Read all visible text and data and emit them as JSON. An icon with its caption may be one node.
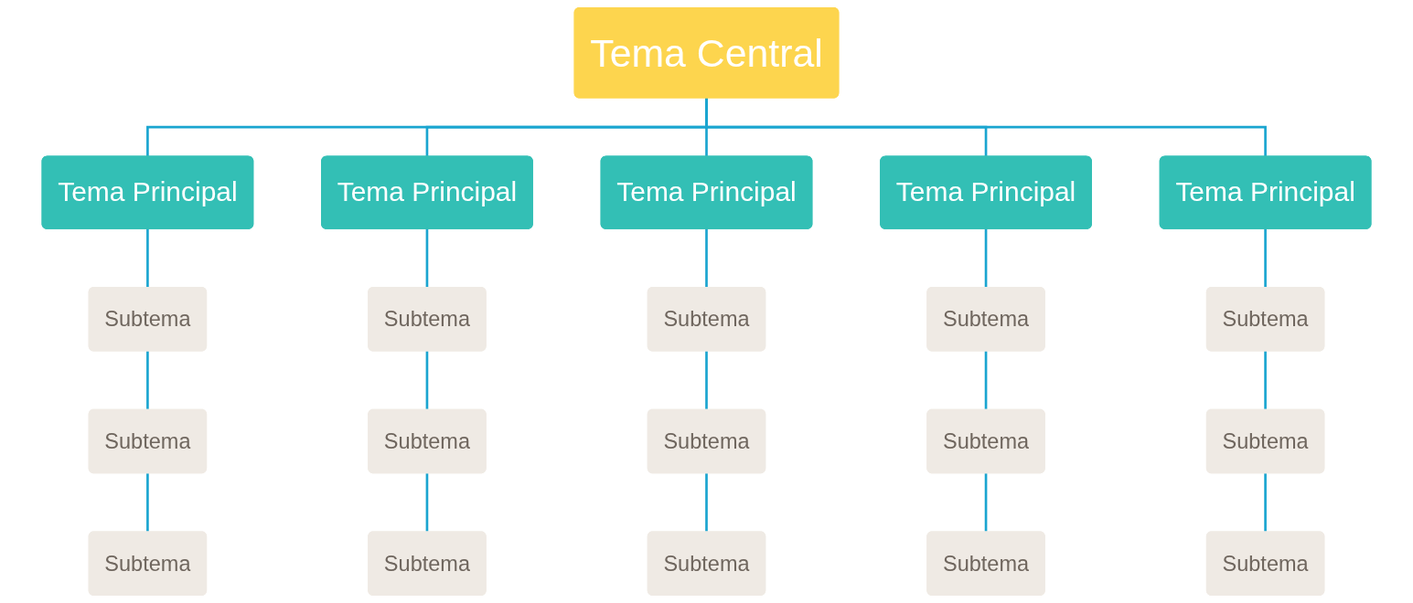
{
  "diagram": {
    "nodes": [
      {
        "text": [
          "Tema Central"
        ]
      },
      {
        "text": [
          "Tema Principal"
        ]
      },
      {
        "text": [
          "Tema Principal"
        ]
      },
      {
        "text": [
          "Tema Principal"
        ]
      },
      {
        "text": [
          "Tema Principal"
        ]
      },
      {
        "text": [
          "Tema Principal"
        ]
      },
      {
        "text": [
          "Subtema"
        ]
      },
      {
        "text": [
          "Subtema"
        ]
      },
      {
        "text": [
          "Subtema"
        ]
      },
      {
        "text": [
          "Subtema"
        ]
      },
      {
        "text": [
          "Subtema"
        ]
      },
      {
        "text": [
          "Subtema"
        ]
      },
      {
        "text": [
          "Subtema"
        ]
      },
      {
        "text": [
          "Subtema"
        ]
      },
      {
        "text": [
          "Subtema"
        ]
      },
      {
        "text": [
          "Subtema"
        ]
      },
      {
        "text": [
          "Subtema"
        ]
      },
      {
        "text": [
          "Subtema"
        ]
      },
      {
        "text": [
          "Subtema"
        ]
      },
      {
        "text": [
          "Subtema"
        ]
      },
      {
        "text": [
          "Subtema"
        ]
      }
    ],
    "edges": [
      {
        "from": 0,
        "to": 1,
        "arrow": "none"
      },
      {
        "from": 0,
        "to": 2,
        "arrow": "none"
      },
      {
        "from": 0,
        "to": 3,
        "arrow": "none"
      },
      {
        "from": 0,
        "to": 4,
        "arrow": "none"
      },
      {
        "from": 0,
        "to": 5,
        "arrow": "none"
      },
      {
        "from": 1,
        "to": 6,
        "arrow": "none"
      },
      {
        "from": 6,
        "to": 11,
        "arrow": "none"
      },
      {
        "from": 11,
        "to": 16,
        "arrow": "none"
      },
      {
        "from": 2,
        "to": 7,
        "arrow": "none"
      },
      {
        "from": 7,
        "to": 12,
        "arrow": "none"
      },
      {
        "from": 12,
        "to": 17,
        "arrow": "none"
      },
      {
        "from": 3,
        "to": 8,
        "arrow": "none"
      },
      {
        "from": 8,
        "to": 13,
        "arrow": "none"
      },
      {
        "from": 13,
        "to": 18,
        "arrow": "none"
      },
      {
        "from": 4,
        "to": 9,
        "arrow": "none"
      },
      {
        "from": 9,
        "to": 14,
        "arrow": "none"
      },
      {
        "from": 14,
        "to": 19,
        "arrow": "none"
      },
      {
        "from": 5,
        "to": 10,
        "arrow": "none"
      },
      {
        "from": 10,
        "to": 15,
        "arrow": "none"
      },
      {
        "from": 15,
        "to": 20,
        "arrow": "none"
      }
    ]
  }
}
